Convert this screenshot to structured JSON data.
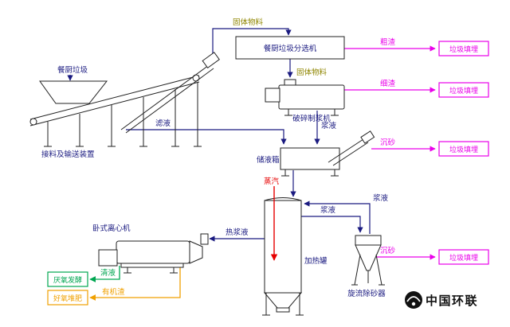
{
  "labels": {
    "kitchen_waste": "餐厨垃圾",
    "receiving_conveyor": "接料及输送装置",
    "solid_material_1": "固体物料",
    "solid_material_2": "固体物料",
    "sorter": "餐厨垃圾分选机",
    "coarse_residue": "粗渣",
    "fine_residue": "细渣",
    "filtrate": "滤液",
    "crusher": "破碎制浆机",
    "slurry_to_tank": "浆液",
    "storage_tank": "储液箱",
    "grit_1": "沉砂",
    "steam": "蒸汽",
    "slurry_to_desander": "浆液",
    "slurry_return": "浆液",
    "hot_slurry": "热浆液",
    "heating_tank": "加热罐",
    "centrifuge": "卧式离心机",
    "desander": "旋流除砂器",
    "grit_2": "沉砂",
    "clear_liquid": "清液",
    "organic_residue": "有机渣",
    "anaerobic_digestion": "厌氧发酵",
    "aerobic_composting": "好氧堆肥",
    "landfill_1": "垃圾填埋",
    "landfill_2": "垃圾填埋",
    "landfill_3": "垃圾填埋",
    "landfill_4": "垃圾填埋",
    "brand": "中国环联"
  },
  "colors": {
    "flow_line_navy": "#1a1a80",
    "residue_magenta": "#ea00ea",
    "steam_red": "#e60000",
    "clear_liquid_green": "#00a651",
    "organic_orange": "#f0a000",
    "solid_material_olive": "#8f8600",
    "equipment_stroke": "#222222",
    "background": "#ffffff"
  },
  "flows": [
    {
      "from": "接料及输送装置",
      "to": "餐厨垃圾分选机",
      "label": "固体物料"
    },
    {
      "from": "餐厨垃圾分选机",
      "to": "垃圾填埋",
      "label": "粗渣"
    },
    {
      "from": "餐厨垃圾分选机",
      "to": "破碎制浆机",
      "label": "固体物料"
    },
    {
      "from": "破碎制浆机",
      "to": "垃圾填埋",
      "label": "细渣"
    },
    {
      "from": "接料及输送装置",
      "to": "储液箱",
      "label": "滤液"
    },
    {
      "from": "破碎制浆机",
      "to": "储液箱",
      "label": "浆液"
    },
    {
      "from": "储液箱",
      "to": "垃圾填埋",
      "label": "沉砂"
    },
    {
      "from": "储液箱",
      "to": "加热罐",
      "label": ""
    },
    {
      "from": "蒸汽",
      "to": "加热罐",
      "label": "蒸汽"
    },
    {
      "from": "加热罐",
      "to": "旋流除砂器",
      "label": "浆液"
    },
    {
      "from": "旋流除砂器",
      "to": "加热罐",
      "label": "浆液"
    },
    {
      "from": "旋流除砂器",
      "to": "垃圾填埋",
      "label": "沉砂"
    },
    {
      "from": "加热罐",
      "to": "卧式离心机",
      "label": "热浆液"
    },
    {
      "from": "卧式离心机",
      "to": "厌氧发酵",
      "label": "清液"
    },
    {
      "from": "卧式离心机",
      "to": "好氧堆肥",
      "label": "有机渣"
    }
  ]
}
